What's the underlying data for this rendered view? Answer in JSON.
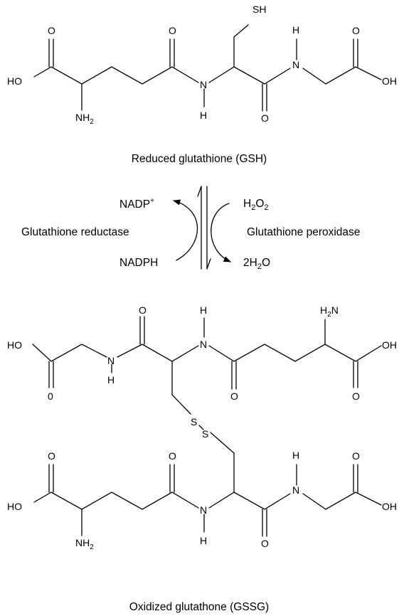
{
  "gsh": {
    "caption": "Reduced glutathione (GSH)",
    "atoms": {
      "sh": "SH",
      "o1": "O",
      "ho": "HO",
      "nh2": "NH",
      "nh2_sub": "2",
      "o2": "O",
      "n1": "N",
      "h1": "H",
      "h2": "H",
      "n2": "N",
      "o3": "O",
      "o4": "O",
      "oh": "OH"
    }
  },
  "reaction": {
    "nadp": "NADP",
    "nadp_sup": "+",
    "reductase": "Glutathione reductase",
    "nadph": "NADPH",
    "h2o2_a": "H",
    "h2o2_sub1": "2",
    "h2o2_b": "O",
    "h2o2_sub2": "2",
    "peroxidase": "Glutathione peroxidase",
    "water_a": "2H",
    "water_sub": "2",
    "water_b": "O"
  },
  "gssg": {
    "caption": "Oxidized glutathone (GSSG)",
    "top": {
      "ho": "HO",
      "o_zero": "0",
      "n_left": "N",
      "h_left": "H",
      "o_amide1": "O",
      "h_nh": "H",
      "n_right": "N",
      "o_amide2": "O",
      "h2n_a": "H",
      "h2n_sub": "2",
      "h2n_b": "N",
      "oh": "OH",
      "o_acid": "O"
    },
    "disulfide": {
      "s1": "S",
      "s2": "S"
    },
    "bottom": {
      "o1": "O",
      "ho": "HO",
      "nh2": "NH",
      "nh2_sub": "2",
      "o2": "O",
      "n1": "N",
      "h1": "H",
      "h2": "H",
      "n2": "N",
      "o3": "O",
      "o4": "O",
      "oh": "OH"
    }
  }
}
